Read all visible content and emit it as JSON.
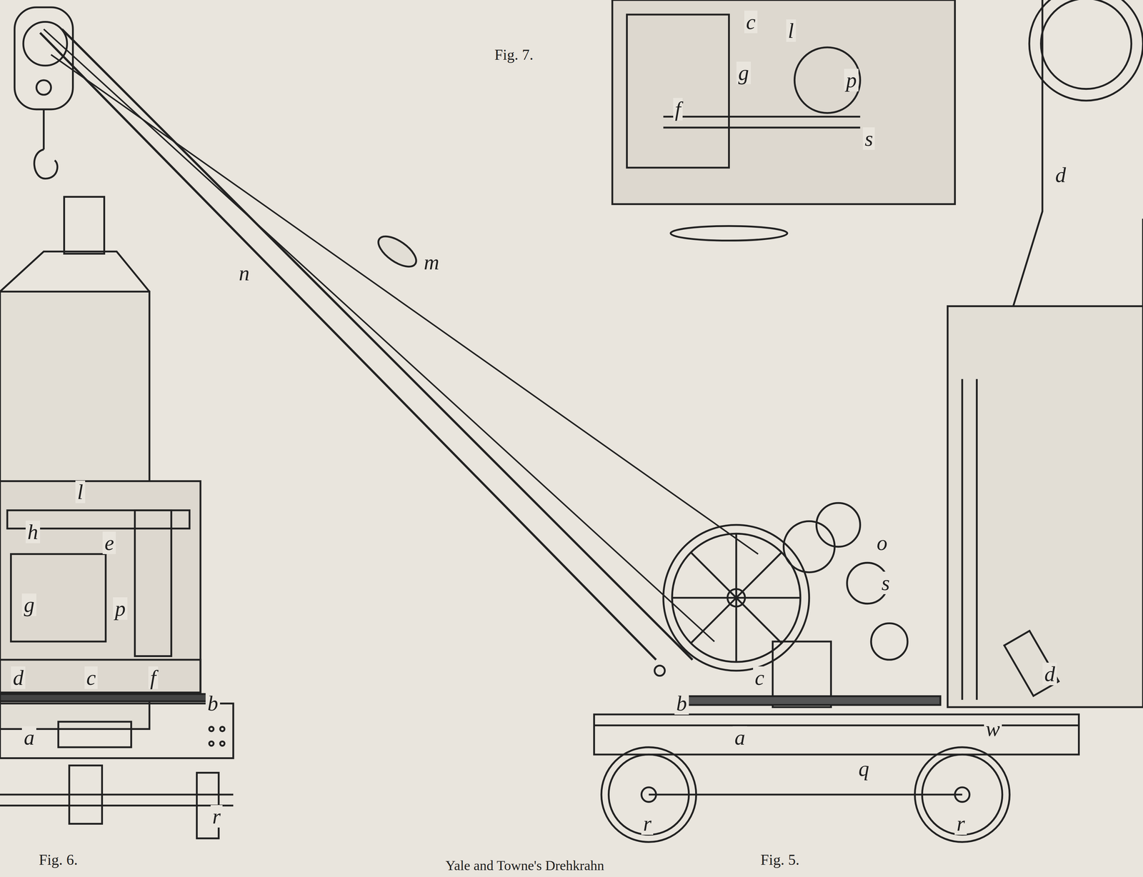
{
  "diagram": {
    "caption": "Yale and Towne's Drehkrahn",
    "labels": [
      "Fig. 7.",
      "Fig. 6.",
      "Fig. 5.",
      "l",
      "h",
      "e",
      "g",
      "p",
      "d",
      "c",
      "f",
      "b",
      "a",
      "r",
      "m",
      "n",
      "o",
      "s",
      "c",
      "b",
      "d",
      "w",
      "a",
      "q",
      "r",
      "r",
      "c",
      "l",
      "g",
      "p",
      "f",
      "s",
      "d"
    ]
  }
}
